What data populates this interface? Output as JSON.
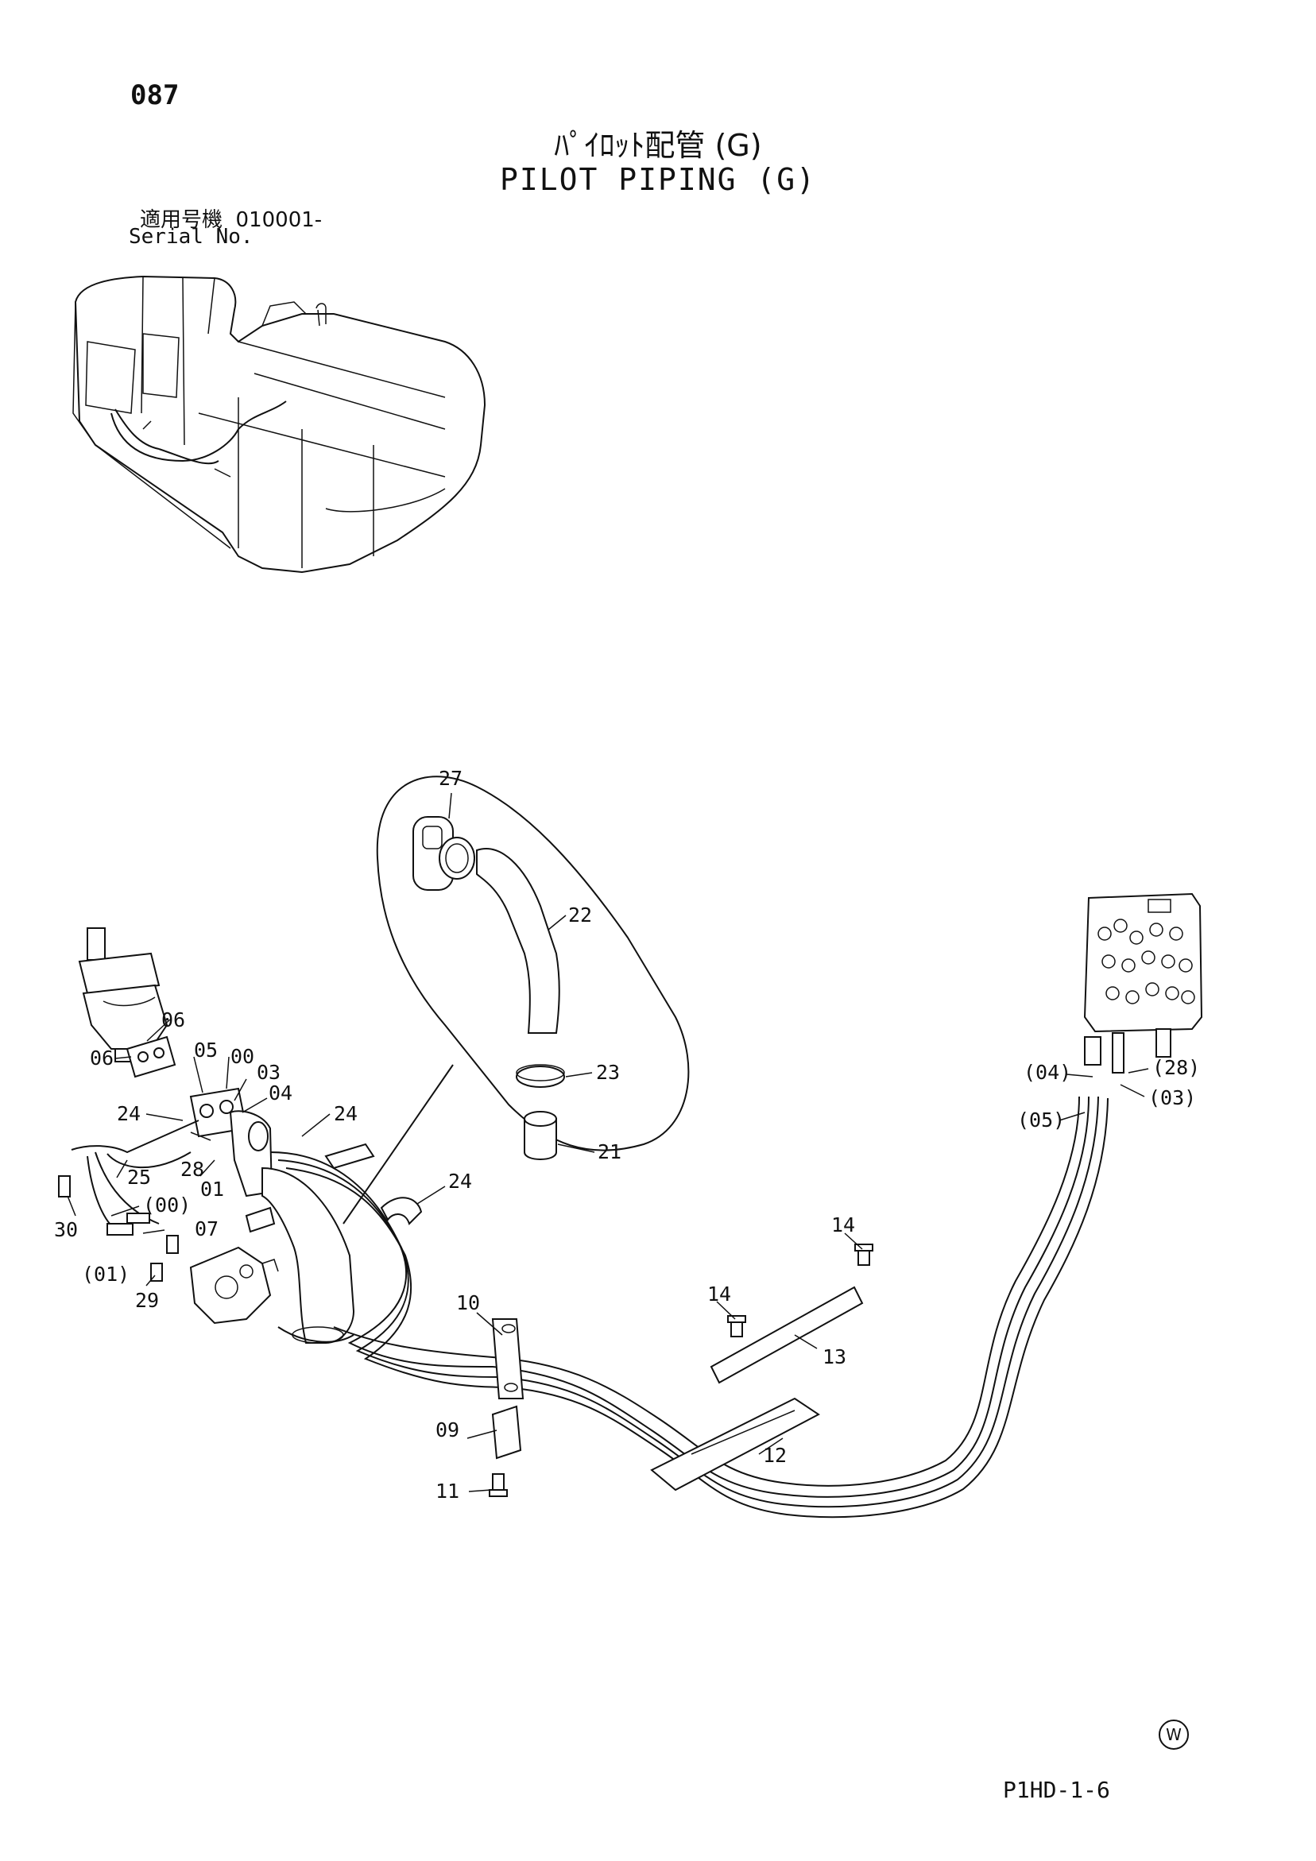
{
  "header": {
    "page_number": "087",
    "title_jp": "ﾊﾟｲﾛｯﾄ配管 (G)",
    "title_en": "PILOT PIPING (G)",
    "serial_label_jp": "適用号機",
    "serial_range": "010001-",
    "serial_label_en": "Serial No."
  },
  "callouts": {
    "c27": "27",
    "c22": "22",
    "c23": "23",
    "c21": "21",
    "c06a": "06",
    "c06b": "06",
    "c05": "05",
    "c00": "00",
    "c03": "03",
    "c04": "04",
    "c24a": "24",
    "c24b": "24",
    "c24c": "24",
    "c28": "28",
    "c25": "25",
    "c01": "01",
    "c00p": "(00)",
    "c07": "07",
    "c30": "30",
    "c01p": "(01)",
    "c29": "29",
    "c10": "10",
    "c09": "09",
    "c11": "11",
    "c14a": "14",
    "c14b": "14",
    "c13": "13",
    "c12": "12",
    "c04p": "(04)",
    "c28p": "(28)",
    "c05p": "(05)",
    "c03p": "(03)"
  },
  "footer": {
    "drawing_code": "P1HD-1-6",
    "mark": "W"
  }
}
